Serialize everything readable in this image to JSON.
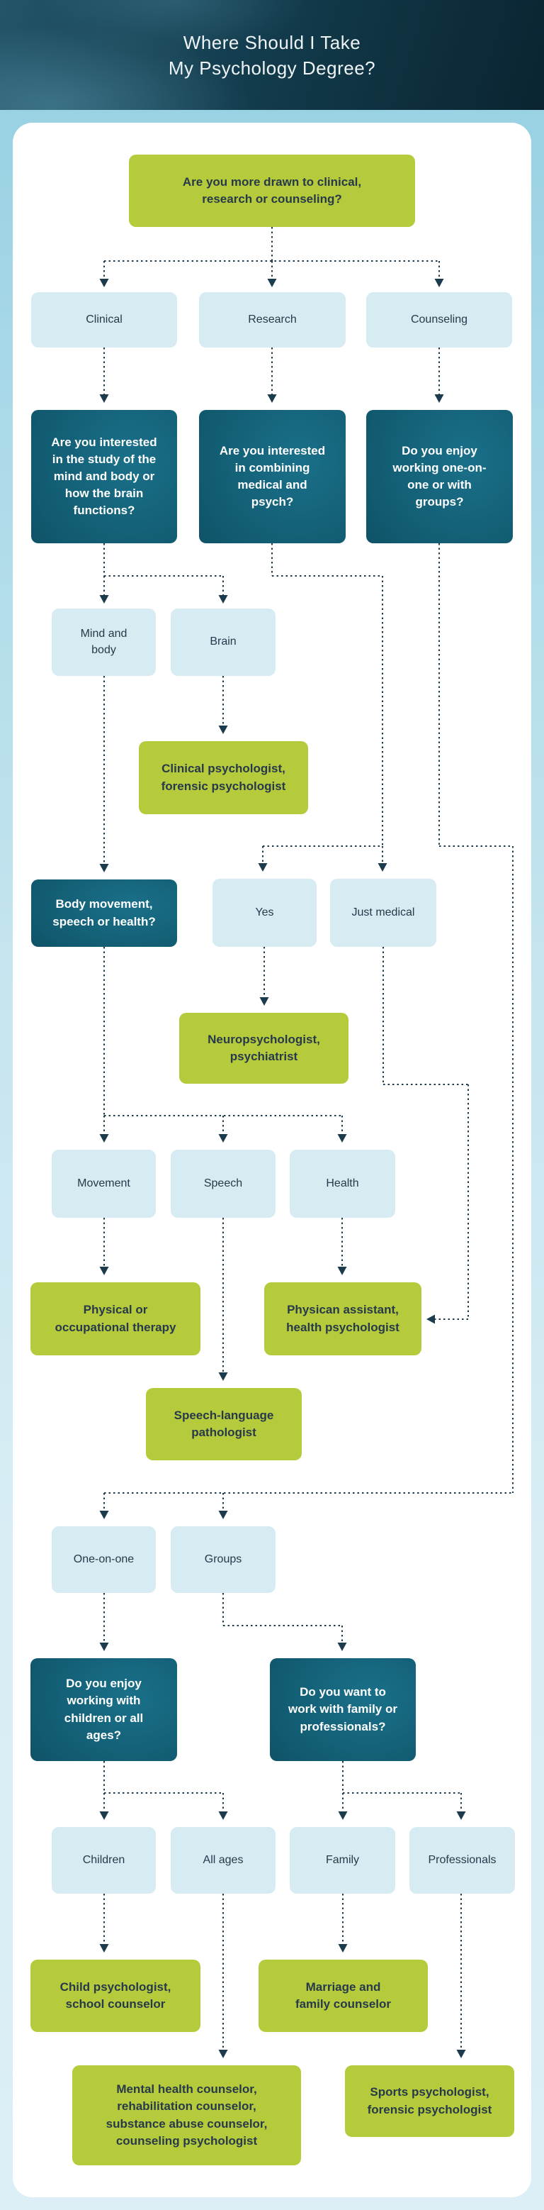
{
  "header": {
    "title_line1": "Where Should I Take",
    "title_line2": "My Psychology Degree?"
  },
  "colors": {
    "header_teal_dark": "#0a2431",
    "header_teal_mid": "#133d4e",
    "page_background_top": "#93cfe1",
    "page_background_bottom": "#dceff6",
    "card_background": "#ffffff",
    "question_green": "#b6cb3c",
    "question_teal_light": "#1a7089",
    "question_teal_dark": "#0a3c4e",
    "option_light_blue": "#d7ebf3",
    "connector_navy": "#1c3b4d",
    "text_dark": "#27394a",
    "text_light": "#ffffff"
  },
  "nodes": {
    "q_main": {
      "label": "Are you more drawn to clinical, research or counseling?",
      "type": "question-green"
    },
    "opt_clinical": {
      "label": "Clinical",
      "type": "option"
    },
    "opt_research": {
      "label": "Research",
      "type": "option"
    },
    "opt_counseling": {
      "label": "Counseling",
      "type": "option"
    },
    "q_mind": {
      "label": "Are you interested in the study of the mind and body or how the brain functions?",
      "type": "question-teal"
    },
    "q_medical": {
      "label": "Are you interested in combining medical and psych?",
      "type": "question-teal"
    },
    "q_one_groups": {
      "label": "Do you enjoy working one-on-one or with groups?",
      "type": "question-teal"
    },
    "opt_mind_body": {
      "label": "Mind and body",
      "type": "option"
    },
    "opt_brain": {
      "label": "Brain",
      "type": "option"
    },
    "res_clinical_forensic": {
      "label": "Clinical psychologist, forensic psychologist",
      "type": "result-green"
    },
    "q_body": {
      "label": "Body movement, speech or health?",
      "type": "question-teal"
    },
    "opt_yes": {
      "label": "Yes",
      "type": "option"
    },
    "opt_just_medical": {
      "label": "Just medical",
      "type": "option"
    },
    "res_neuro": {
      "label": "Neuropsychologist, psychiatrist",
      "type": "result-green"
    },
    "opt_movement": {
      "label": "Movement",
      "type": "option"
    },
    "opt_speech": {
      "label": "Speech",
      "type": "option"
    },
    "opt_health": {
      "label": "Health",
      "type": "option"
    },
    "res_physical": {
      "label": "Physical or occupational therapy",
      "type": "result-green"
    },
    "res_pa_health": {
      "label": "Physican assistant, health psychologist",
      "type": "result-green"
    },
    "res_slp": {
      "label": "Speech-language pathologist",
      "type": "result-green"
    },
    "opt_one_on_one": {
      "label": "One-on-one",
      "type": "option"
    },
    "opt_groups": {
      "label": "Groups",
      "type": "option"
    },
    "q_children": {
      "label": "Do you enjoy working with children or all ages?",
      "type": "question-teal"
    },
    "q_family": {
      "label": "Do you want to work with family or professionals?",
      "type": "question-teal"
    },
    "opt_children": {
      "label": "Children",
      "type": "option"
    },
    "opt_all_ages": {
      "label": "All ages",
      "type": "option"
    },
    "opt_family": {
      "label": "Family",
      "type": "option"
    },
    "opt_professionals": {
      "label": "Professionals",
      "type": "option"
    },
    "res_child_school": {
      "label": "Child psychologist, school counselor",
      "type": "result-green"
    },
    "res_marriage": {
      "label": "Marriage and family counselor",
      "type": "result-green"
    },
    "res_mental": {
      "label": "Mental health counselor, rehabilitation counselor, substance abuse counselor, counseling psychologist",
      "type": "result-green"
    },
    "res_sports": {
      "label": "Sports psychologist, forensic psychologist",
      "type": "result-green"
    }
  }
}
